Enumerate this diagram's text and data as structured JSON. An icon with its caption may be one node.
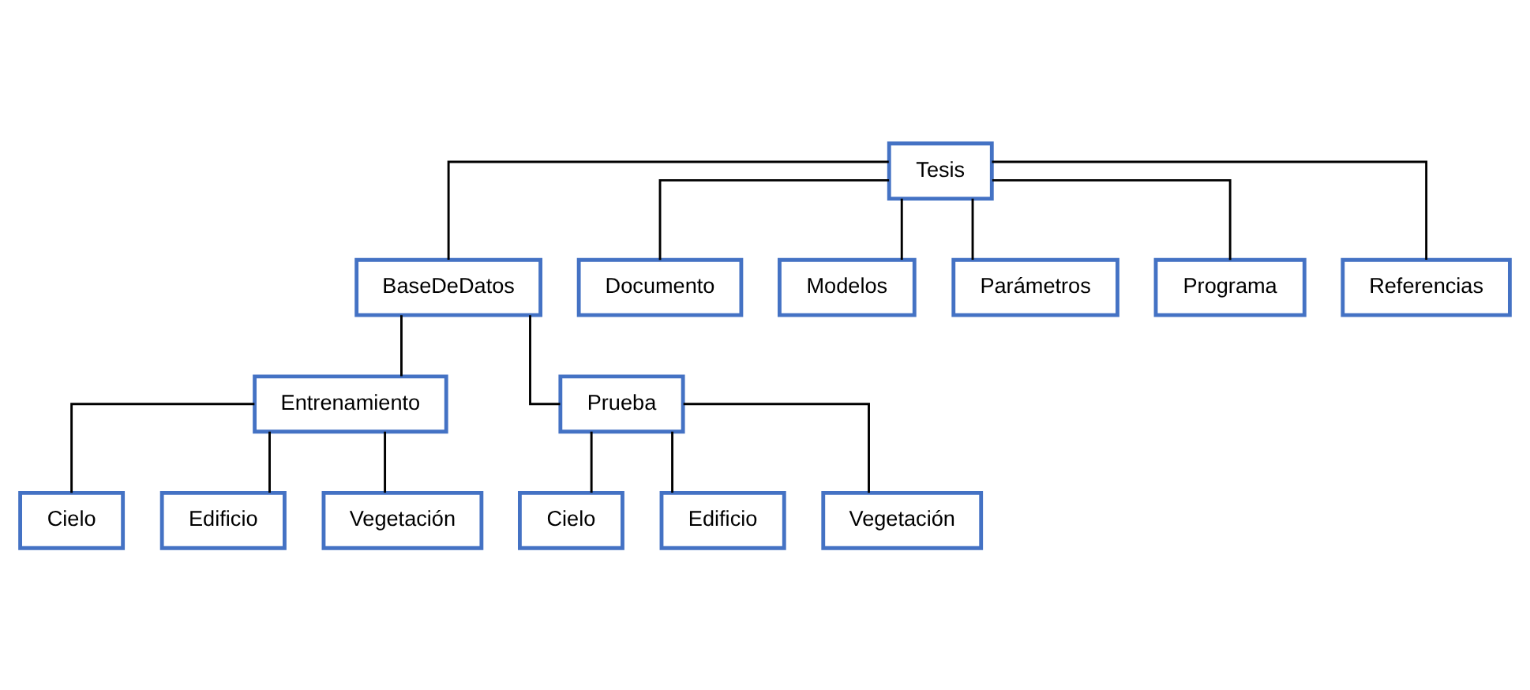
{
  "diagram": {
    "nodes": [
      {
        "text": [
          "Tesis"
        ]
      },
      {
        "text": [
          "BaseDeDatos"
        ]
      },
      {
        "text": [
          "Documento"
        ]
      },
      {
        "text": [
          "Modelos"
        ]
      },
      {
        "text": [
          "Parámetros"
        ]
      },
      {
        "text": [
          "Programa"
        ]
      },
      {
        "text": [
          "Referencias"
        ]
      },
      {
        "text": [
          "Entrenamiento"
        ]
      },
      {
        "text": [
          "Prueba"
        ]
      },
      {
        "text": [
          "Cielo"
        ]
      },
      {
        "text": [
          "Edificio"
        ]
      },
      {
        "text": [
          "Vegetación"
        ]
      },
      {
        "text": [
          "Cielo"
        ]
      },
      {
        "text": [
          "Edificio"
        ]
      },
      {
        "text": [
          "Vegetación"
        ]
      }
    ],
    "edges": [
      {
        "from": 0,
        "to": 1,
        "arrow": "none"
      },
      {
        "from": 0,
        "to": 2,
        "arrow": "none"
      },
      {
        "from": 0,
        "to": 3,
        "arrow": "none"
      },
      {
        "from": 0,
        "to": 4,
        "arrow": "none"
      },
      {
        "from": 0,
        "to": 5,
        "arrow": "none"
      },
      {
        "from": 0,
        "to": 6,
        "arrow": "none"
      },
      {
        "from": 1,
        "to": 7,
        "arrow": "none"
      },
      {
        "from": 1,
        "to": 8,
        "arrow": "none"
      },
      {
        "from": 7,
        "to": 9,
        "arrow": "none"
      },
      {
        "from": 7,
        "to": 10,
        "arrow": "none"
      },
      {
        "from": 7,
        "to": 11,
        "arrow": "none"
      },
      {
        "from": 8,
        "to": 12,
        "arrow": "none"
      },
      {
        "from": 8,
        "to": 13,
        "arrow": "none"
      },
      {
        "from": 8,
        "to": 14,
        "arrow": "none"
      }
    ]
  }
}
